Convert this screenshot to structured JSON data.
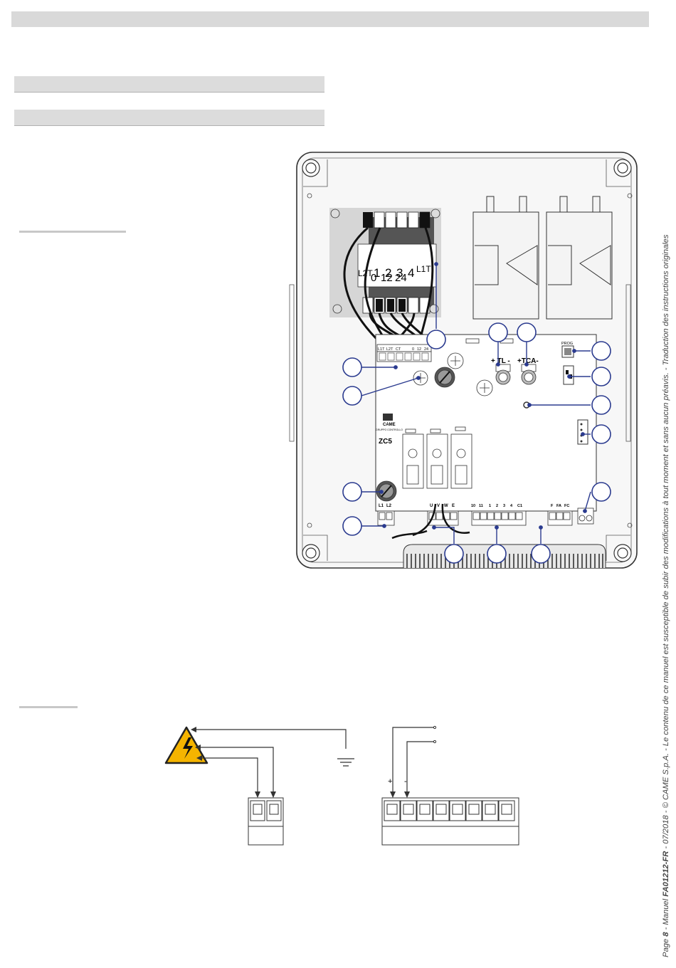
{
  "transformer": {
    "secondary_labels": [
      "L2T",
      "1",
      "2",
      "3",
      "4",
      "L1T"
    ],
    "primary_labels": [
      "0",
      "12",
      "24"
    ]
  },
  "board": {
    "power_terminal_labels": [
      "L1T",
      "L2T",
      "CT",
      "0",
      "12",
      "24"
    ],
    "trimmer_labels": [
      "+ TL -",
      "+TCA-"
    ],
    "prog_label": "PROG",
    "brand_label": "CAME",
    "brand_sub": "GRUPPO CONTROLLO",
    "model_label": "ZC5",
    "line_terminal_labels": [
      "L1",
      "L2"
    ],
    "motor_terminal_labels": [
      "U",
      "V",
      "W",
      "E"
    ],
    "control_terminal_labels": [
      "10",
      "11",
      "1",
      "2",
      "3",
      "4",
      "C1"
    ],
    "limit_terminal_labels": [
      "F",
      "FA",
      "FC"
    ]
  },
  "supply_diagram": {
    "plus_label": "+",
    "minus_label": "-"
  },
  "footer": {
    "page_prefix": "Page ",
    "page_number": "8",
    "manual_prefix": " - Manuel ",
    "manual_code": "FA01212-FR",
    "rest": " - 07/2018 - © CAME S.p.A. - Le contenu de ce manuel est susceptible de subir des modifications à tout moment et sans aucun préavis. - Traduction des instructions originales"
  },
  "colors": {
    "callout": "#2b3b8f",
    "header_bar": "#d9d9d9",
    "warning": "#f5b400"
  }
}
